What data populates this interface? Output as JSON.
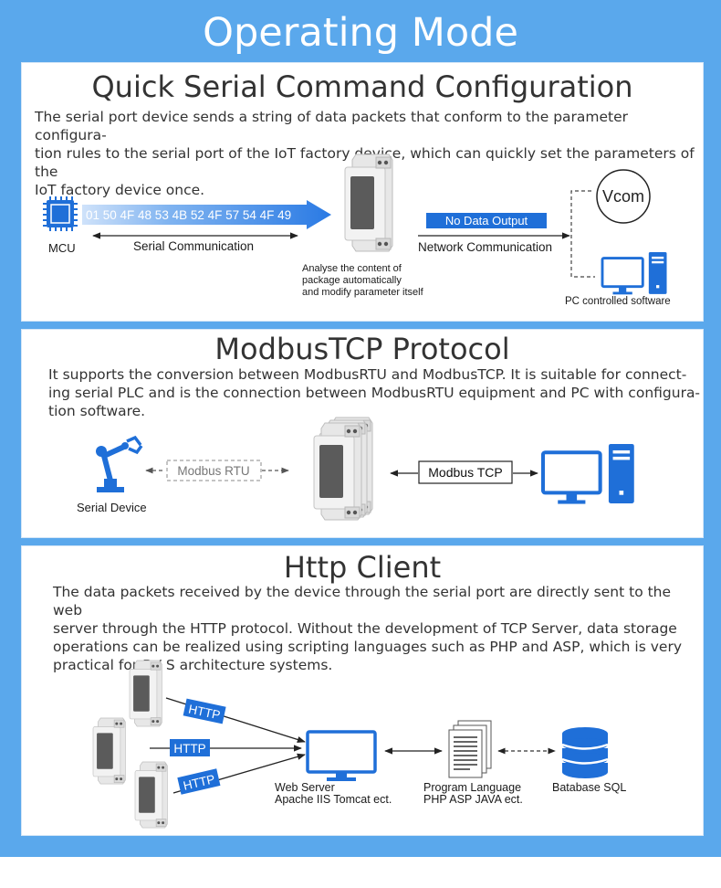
{
  "title": "Operating Mode",
  "sections": {
    "serial": {
      "title": "Quick Serial Command Configuration",
      "desc_lines": [
        "The serial port device sends a string of data packets that conform to the parameter configura-",
        "tion rules to the serial port of the IoT factory device, which can quickly set the parameters of the",
        "IoT factory device once."
      ],
      "mcu_label": "MCU",
      "packet": "01 50 4F 48 53 4B 52 4F 57 54 4F 49",
      "serial_comm_label": "Serial Communication",
      "analyse_lines": [
        "Analyse the content of",
        "package automatically",
        "and modify parameter itself"
      ],
      "no_output_label": "No Data Output",
      "network_label": "Network Communication",
      "vcom_label": "Vcom",
      "pc_label": "PC controlled software"
    },
    "modbus": {
      "title": "ModbusTCP Protocol",
      "desc_lines": [
        "It supports the conversion between ModbusRTU and ModbusTCP. It is suitable for connect-",
        "ing serial PLC and is the connection between ModbusRTU equipment and PC with configura-",
        "tion software."
      ],
      "serial_device_label": "Serial Device",
      "rtu_label": "Modbus RTU",
      "tcp_label": "Modbus TCP"
    },
    "http": {
      "title": "Http Client",
      "desc_lines": [
        "The data packets received by the device through the serial port are directly sent to the web",
        "server through the HTTP protocol. Without the development of TCP Server, data storage",
        "operations can be realized using scripting languages such as PHP and ASP, which is very",
        "practical for B / S architecture systems."
      ],
      "http_label": "HTTP",
      "webserver_lines": [
        "Web Server",
        "Apache IIS Tomcat ect."
      ],
      "program_lines": [
        "Program Language",
        "PHP ASP JAVA ect."
      ],
      "db_label": "Batabase SQL"
    }
  },
  "colors": {
    "blue": "#1f6fd8",
    "light_blue": "#5aa8ec"
  }
}
